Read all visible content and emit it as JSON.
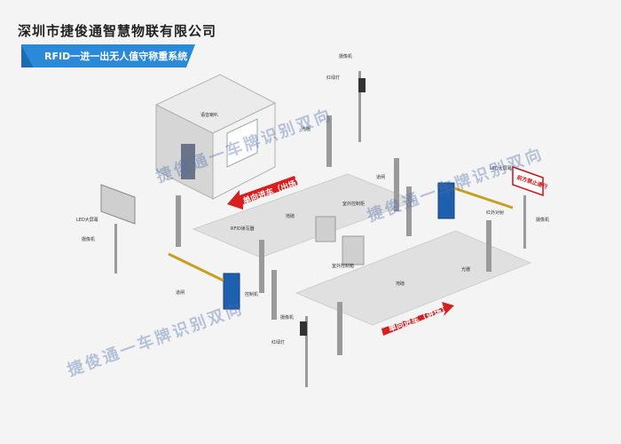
{
  "header": {
    "company": "深圳市捷俊通智慧物联有限公司",
    "system_title": "RFID一进一出无人值守称重系统"
  },
  "arrows": {
    "exit": "单向进车（出场）",
    "enter": "单向进车（进场）"
  },
  "sign": {
    "text": "前方禁止通行"
  },
  "labels": {
    "guard_speaker": "语音喇叭",
    "camera_top": "摄像机",
    "traffic_light_top": "红绿灯",
    "gate_right": "道闸",
    "light_curtain": "光栅",
    "infrared": "红外对射",
    "led_screen_left": "LED大屏幕",
    "camera_left": "摄像机",
    "rfid_reader": "RFID读写器",
    "scale_1": "地磅",
    "scale_2": "地磅",
    "outdoor_cabinet": "室外控制柜",
    "control_box": "室外控制箱",
    "barrier_left": "道闸",
    "control_left": "控制机",
    "camera_bottom": "摄像机",
    "traffic_light_bottom": "红绿灯",
    "led_screen_right": "LED大屏幕",
    "camera_right": "摄像机",
    "light_curtain_right": "光栅"
  },
  "watermarks": [
    "捷俊通一车牌识别双向",
    "捷俊通一车牌识别双向",
    "捷俊通一车牌识别双向"
  ],
  "colors": {
    "banner": "#2a8ad8",
    "arrow": "#d81e1e",
    "gate_blue": "#1f5fb0",
    "platform": "#e2e2e2"
  }
}
